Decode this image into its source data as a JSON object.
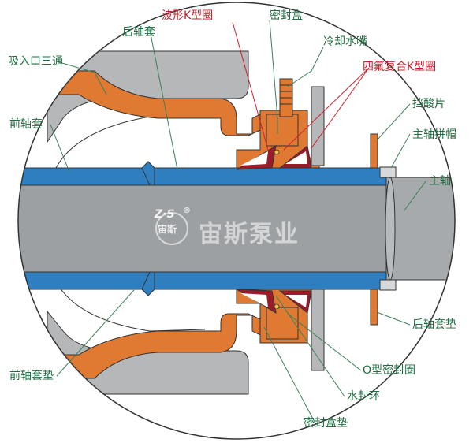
{
  "colors": {
    "label_green": "#1f6e40",
    "label_red": "#c4202b",
    "leader_green": "#3f7f5a",
    "leader_red": "#d0202a",
    "orange": "#e07a32",
    "blue": "#2f7fc0",
    "shaft": "#9da0a3",
    "housing": "#b5b7b9"
  },
  "labels": {
    "wave_k_ring": "波形K型圈",
    "seal_box": "密封盒",
    "rear_sleeve": "后轴套",
    "cooling_nozzle": "冷却水嘴",
    "suction_tee": "吸入口三通",
    "ptfe_k_ring": "四氟复合K型圈",
    "acid_guard": "挡酸片",
    "front_sleeve": "前轴套",
    "shaft_cap": "主轴拼帽",
    "main_shaft": "主轴",
    "rear_sleeve_gasket": "后轴套垫",
    "front_sleeve_gasket": "前轴套垫",
    "o_ring": "O型密封圈",
    "water_seal_ring": "水封环",
    "seal_box_gasket": "密封盒垫"
  },
  "watermark": {
    "logo_text": "Z·S",
    "logo_sub": "宙斯",
    "registered": "®",
    "brand": "宙斯泵业"
  }
}
